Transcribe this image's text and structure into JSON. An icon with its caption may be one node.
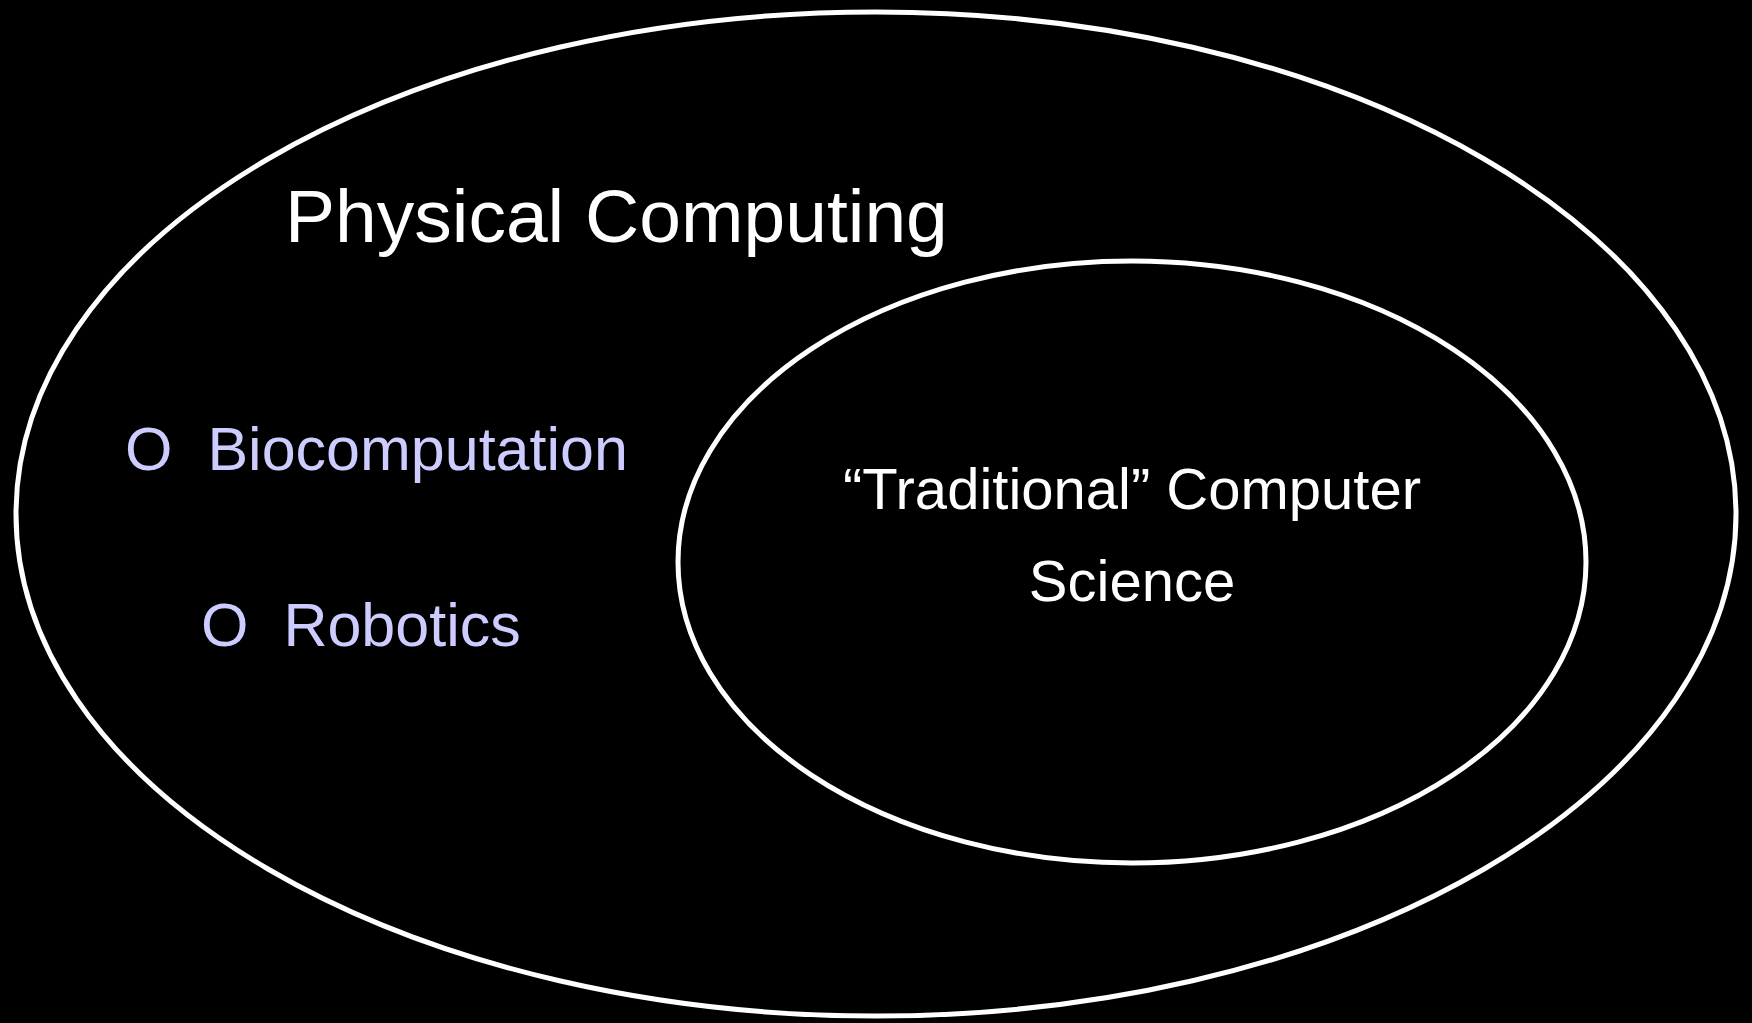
{
  "diagram": {
    "nodes": [
      {
        "text": [
          "Physical Computing"
        ]
      },
      {
        "text": [
          "“Traditional” Computer Science"
        ],
        "in": 0
      }
    ],
    "labels": [
      "O Biocomputation",
      "O Robotics"
    ]
  }
}
